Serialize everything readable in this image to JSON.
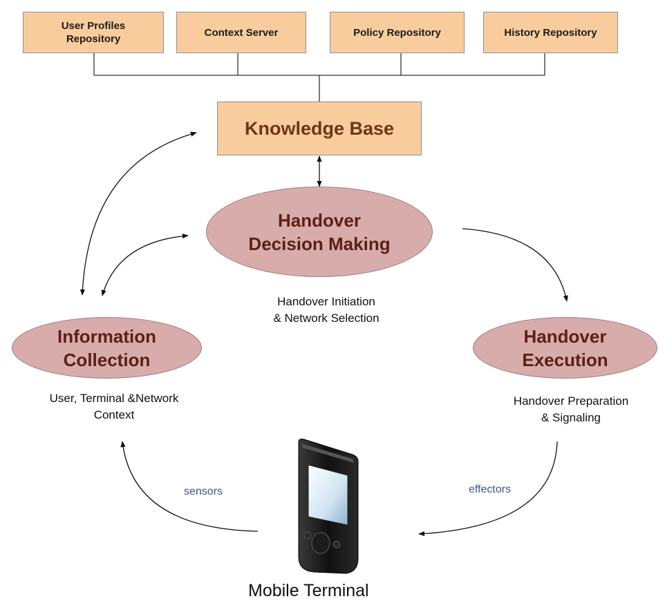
{
  "repositories": [
    {
      "label": "User Profiles\nRepository"
    },
    {
      "label": "Context Server"
    },
    {
      "label": "Policy Repository"
    },
    {
      "label": "History Repository"
    }
  ],
  "knowledge_base": {
    "label": "Knowledge Base"
  },
  "nodes": {
    "decision_making": {
      "label": "Handover\nDecision Making",
      "caption": "Handover Initiation\n& Network Selection"
    },
    "information_collection": {
      "label": "Information\nCollection",
      "caption": "User, Terminal &Network\nContext"
    },
    "execution": {
      "label": "Handover\nExecution",
      "caption": "Handover Preparation\n& Signaling"
    }
  },
  "edge_labels": {
    "sensors": "sensors",
    "effectors": "effectors"
  },
  "mobile_terminal": {
    "label": "Mobile Terminal"
  },
  "colors": {
    "repo_fill": "#f9cc9e",
    "ellipse_fill": "#d8acab",
    "kb_text": "#6e3614",
    "ellipse_text": "#5a2018",
    "edge_label": "#3b5a82"
  }
}
